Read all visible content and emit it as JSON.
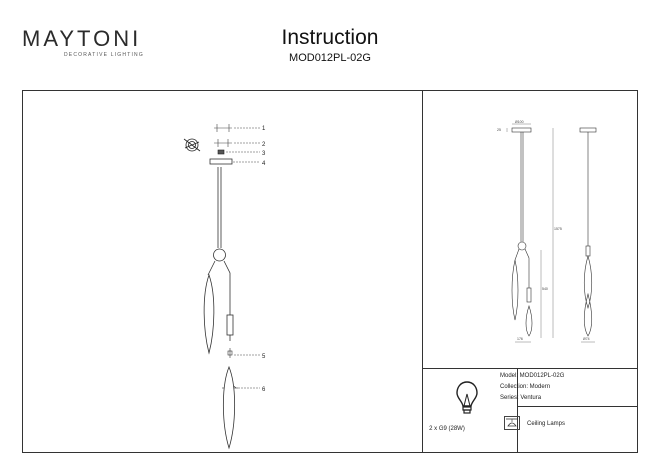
{
  "brand": {
    "name": "MAYTONI",
    "tagline": "DECORATIVE LIGHTING"
  },
  "document": {
    "title": "Instruction",
    "model_code": "MOD012PL-02G"
  },
  "exploded_view": {
    "part_numbers": [
      "1",
      "2",
      "3",
      "4",
      "5",
      "6"
    ]
  },
  "dimensions": {
    "canopy_width": "Ø100",
    "canopy_height": "25",
    "total_height": "1575",
    "shade_drop": "540",
    "width": "176",
    "depth": "Ø74"
  },
  "bulb": {
    "label": "2 x G9 (28W)"
  },
  "specs": {
    "model": "Model: MOD012PL-02G",
    "collection": "Collection: Modern",
    "series": "Series: Ventura",
    "category": "Ceiling Lamps"
  }
}
